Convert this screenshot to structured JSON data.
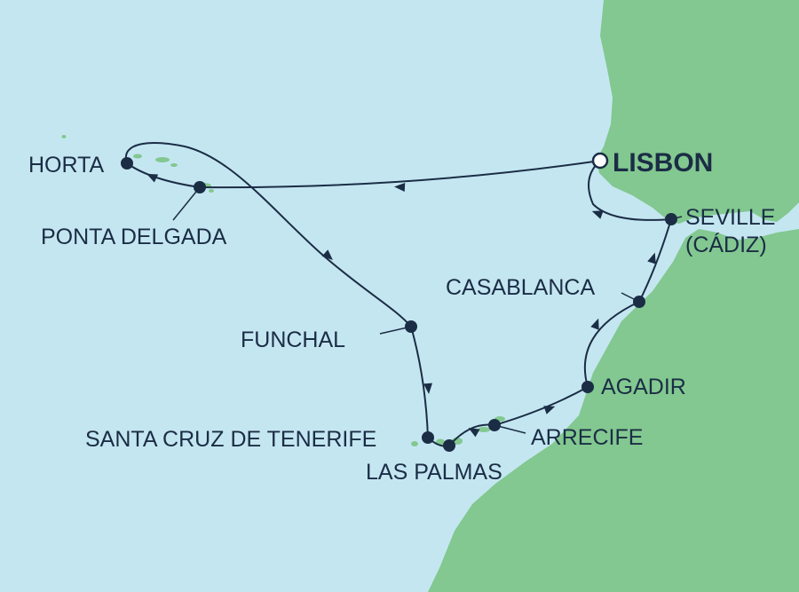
{
  "map": {
    "colors": {
      "sea": "#c4e6f1",
      "land": "#82c890",
      "route": "#1b2d45",
      "port_marker": "#1b2d45",
      "home_marker_fill": "#ffffff",
      "label_text": "#1b2d45"
    },
    "home_port": {
      "label": "LISBON",
      "marker": "open-circle"
    },
    "ports": [
      {
        "key": "horta",
        "label": "HORTA"
      },
      {
        "key": "ponta_delgada",
        "label": "PONTA DELGADA"
      },
      {
        "key": "funchal",
        "label": "FUNCHAL"
      },
      {
        "key": "santa_cruz",
        "label": "SANTA CRUZ DE TENERIFE"
      },
      {
        "key": "las_palmas",
        "label": "LAS PALMAS"
      },
      {
        "key": "arrecife",
        "label": "ARRECIFE"
      },
      {
        "key": "agadir",
        "label": "AGADIR"
      },
      {
        "key": "casablanca",
        "label": "CASABLANCA"
      },
      {
        "key": "seville",
        "label": "SEVILLE",
        "label_line2": "(CÁDIZ)"
      }
    ],
    "itinerary_order": [
      "LISBON",
      "PONTA DELGADA",
      "HORTA",
      "FUNCHAL",
      "SANTA CRUZ DE TENERIFE",
      "LAS PALMAS",
      "ARRECIFE",
      "AGADIR",
      "CASABLANCA",
      "SEVILLE (CÁDIZ)",
      "LISBON"
    ]
  }
}
